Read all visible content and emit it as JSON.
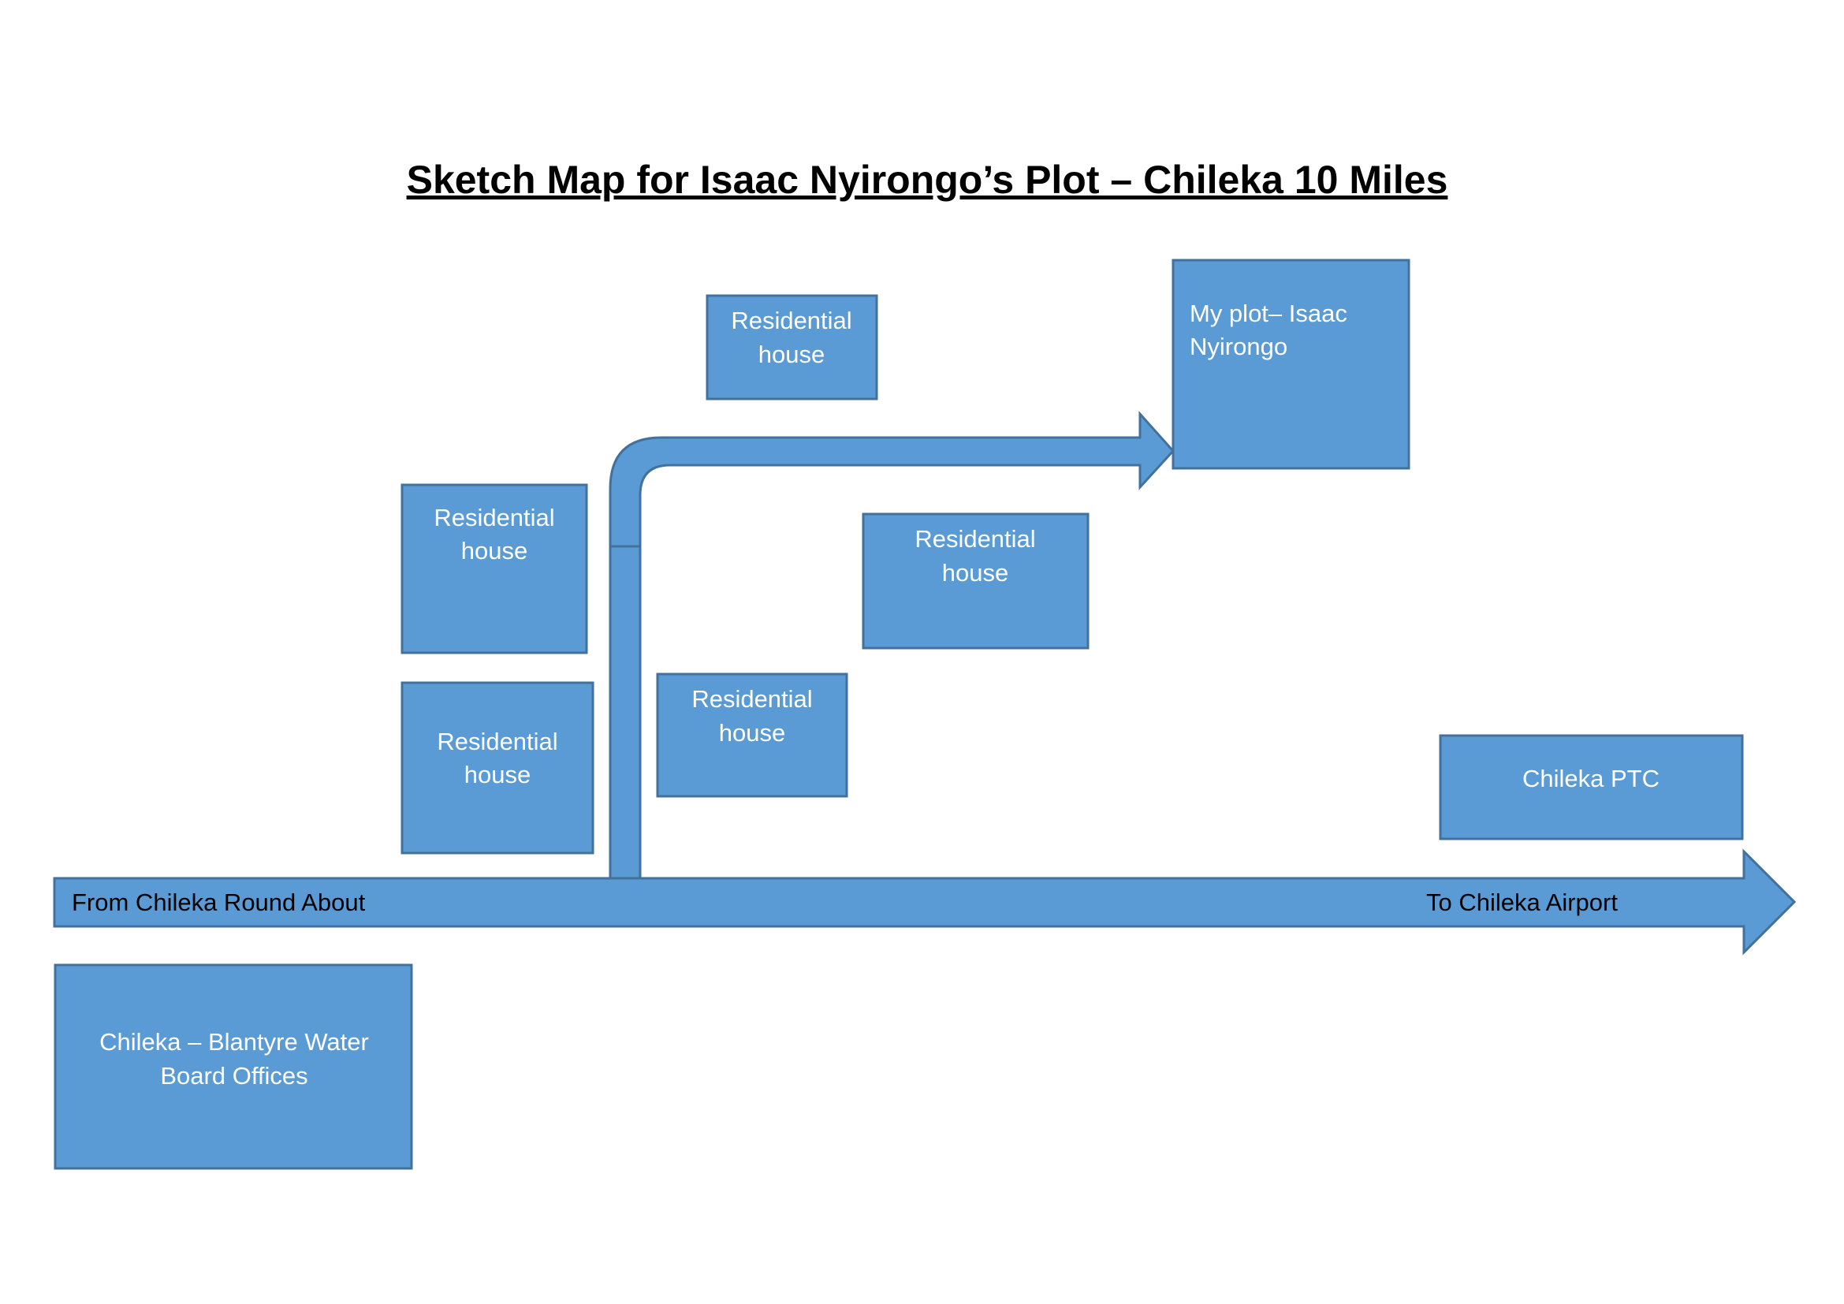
{
  "title": "Sketch Map for Isaac Nyirongo’s Plot – Chileka 10 Miles",
  "colors": {
    "fill": "#5B9BD5",
    "stroke": "#41719C"
  },
  "boxes": {
    "res1": [
      "Residential",
      "house"
    ],
    "res2": [
      "Residential",
      "house"
    ],
    "res3": [
      "Residential",
      "house"
    ],
    "res4": [
      "Residential",
      "house"
    ],
    "res5": [
      "Residential",
      "house"
    ],
    "plot": [
      "My plot– Isaac",
      "Nyirongo"
    ],
    "ptc": [
      "Chileka PTC"
    ],
    "water": [
      "Chileka – Blantyre Water",
      "Board Offices"
    ]
  },
  "road": {
    "from": "From Chileka Round About",
    "to": "To Chileka Airport"
  }
}
